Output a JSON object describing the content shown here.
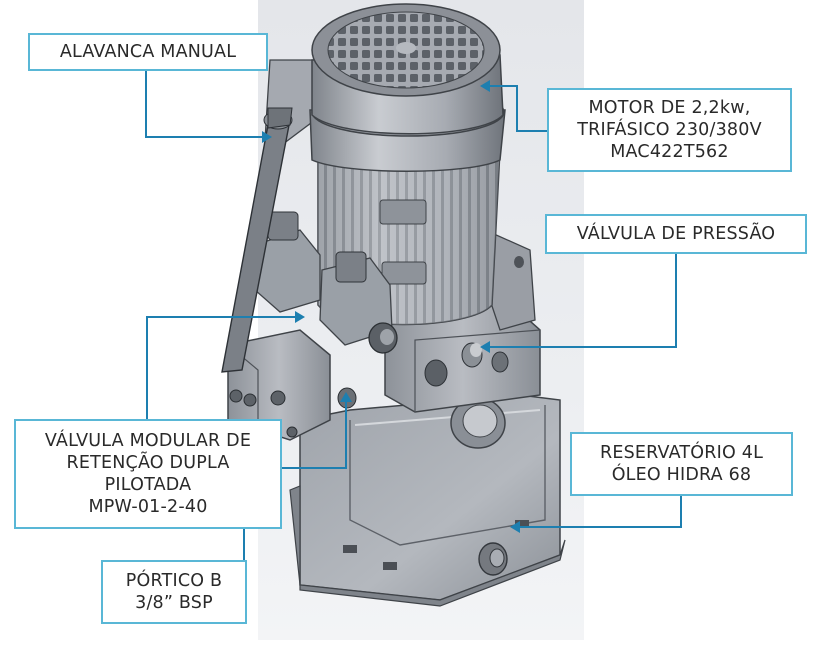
{
  "callouts": {
    "alavanca": {
      "lines": [
        "ALAVANCA MANUAL"
      ]
    },
    "motor": {
      "lines": [
        "MOTOR DE 2,2kw,",
        "TRIFÁSICO 230/380V",
        "MAC422T562"
      ]
    },
    "valvula_pressao": {
      "lines": [
        "VÁLVULA DE PRESSÃO"
      ]
    },
    "valvula_modular": {
      "lines": [
        "VÁLVULA MODULAR DE",
        "RETENÇÃO DUPLA",
        "PILOTADA",
        "MPW-01-2-40"
      ]
    },
    "reservatorio": {
      "lines": [
        "RESERVATÓRIO 4L",
        "ÓLEO HIDRA 68"
      ]
    },
    "portico": {
      "lines": [
        "PÓRTICO B",
        "3/8” BSP"
      ]
    }
  },
  "colors": {
    "callout_border": "#59b7d6",
    "leader_line": "#1d7fb0",
    "text": "#2a2a2a",
    "machine_body": "#9ea3aa",
    "machine_dark": "#6f747b",
    "background_panel": "#e8eaed"
  }
}
